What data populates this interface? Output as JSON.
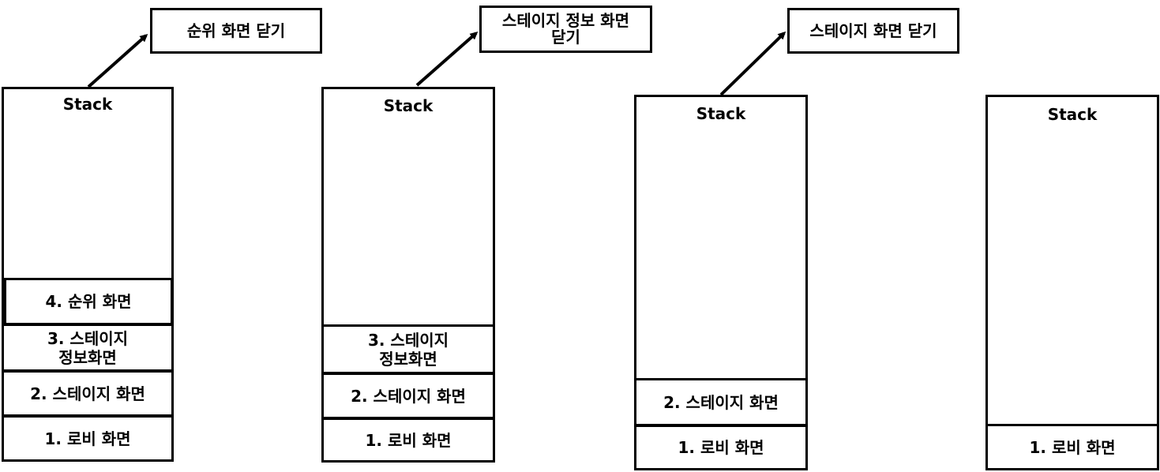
{
  "stacks": [
    {
      "title": "Stack",
      "items": [
        "4. 순위 화면",
        "3. 스테이지\n정보화면",
        "2. 스테이지 화면",
        "1. 로비 화면"
      ],
      "action": "순위 화면 닫기"
    },
    {
      "title": "Stack",
      "items": [
        "3. 스테이지\n정보화면",
        "2. 스테이지 화면",
        "1. 로비 화면"
      ],
      "action": "스테이지 정보 화면\n닫기"
    },
    {
      "title": "Stack",
      "items": [
        "2. 스테이지 화면",
        "1. 로비 화면"
      ],
      "action": "스테이지 화면 닫기"
    },
    {
      "title": "Stack",
      "items": [
        "1. 로비 화면"
      ]
    }
  ]
}
